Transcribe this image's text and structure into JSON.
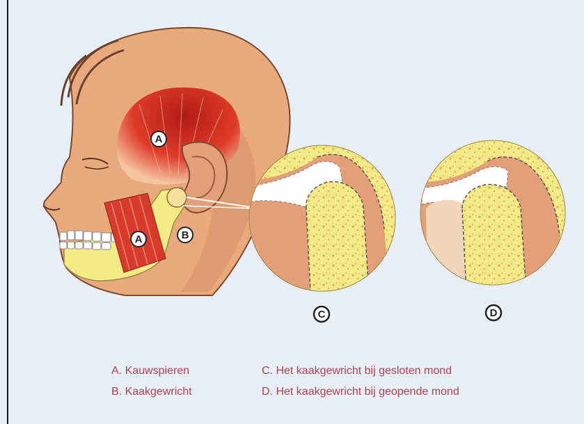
{
  "markers": {
    "muscle_a_upper": "A",
    "muscle_a_lower": "A",
    "joint_b": "B",
    "inset_c": "C",
    "inset_d": "D"
  },
  "legend": {
    "col1": [
      "A. Kauwspieren",
      "B. Kaakgewricht"
    ],
    "col2": [
      "C. Het kaakgewricht bij gesloten mond",
      "D. Het kaakgewricht bij geopende mond"
    ]
  },
  "colors": {
    "background": "#e7eef6",
    "skin": "#e8a97c",
    "skin_shadow": "#d08963",
    "muscle": "#d83a2c",
    "bone": "#f3ec86",
    "legend_text": "#b0404a"
  }
}
